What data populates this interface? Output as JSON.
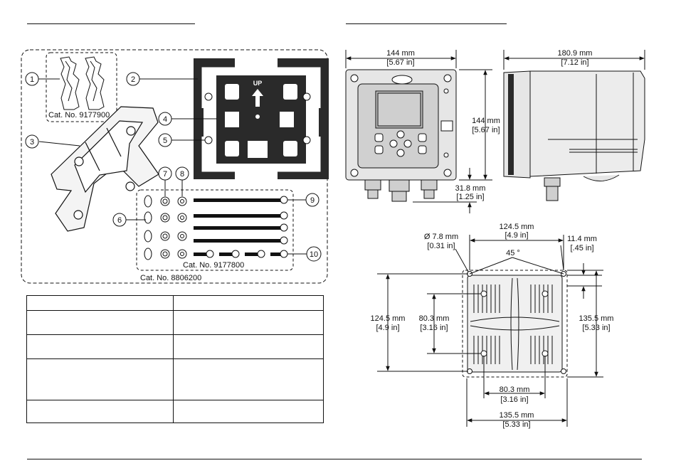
{
  "callouts": [
    "1",
    "2",
    "3",
    "4",
    "5",
    "6",
    "7",
    "8",
    "9",
    "10"
  ],
  "cat_labels": {
    "bracket_clips": "Cat. No. 9177900",
    "hardware": "Cat. No. 9177800",
    "kit": "Cat. No. 8806200"
  },
  "plate_text": "UP",
  "dimensions": {
    "front_width": [
      "144 mm",
      "[5.67 in]"
    ],
    "front_height": [
      "144 mm",
      "[5.67 in]"
    ],
    "gland_depth": [
      "31.8 mm",
      "[1.25 in]"
    ],
    "side_depth": [
      "180.9 mm",
      "[7.12 in]"
    ],
    "hole_dia": [
      "Ø 7.8 mm",
      "[0.31 in]"
    ],
    "hole_spacing_top": [
      "124.5 mm",
      "[4.9 in]"
    ],
    "edge_offset": [
      "11.4 mm",
      "[.45 in]"
    ],
    "angle": "45 °",
    "hole_spacing_left": [
      "124.5 mm",
      "[4.9 in]"
    ],
    "inner_vertical": [
      "80.3 mm",
      "[3.16 in]"
    ],
    "outer_height_right": [
      "135.5 mm",
      "[5.33 in]"
    ],
    "inner_horizontal": [
      "80.3 mm",
      "[3.16 in]"
    ],
    "outer_width_bottom": [
      "135.5 mm",
      "[5.33 in]"
    ]
  },
  "colors": {
    "line": "#111111",
    "plate": "#2a2a2a",
    "body": "#e6e6e6"
  }
}
